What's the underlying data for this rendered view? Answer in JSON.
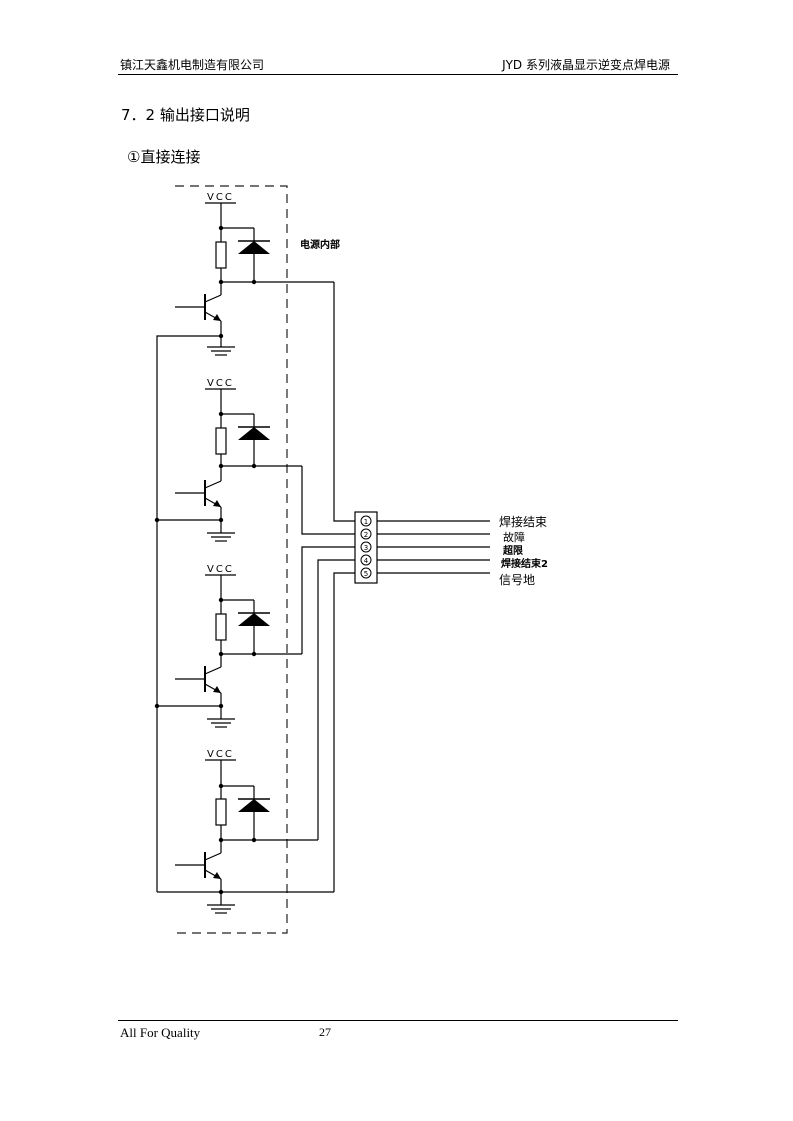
{
  "header": {
    "company": "镇江天鑫机电制造有限公司",
    "product": "JYD 系列液晶显示逆变点焊电源"
  },
  "section": {
    "title": "7．2 输出接口说明",
    "subtitle": "①直接连接"
  },
  "diagram": {
    "vcc_label": "VCC",
    "internal_label": "电源内部",
    "connector_pins": [
      "1",
      "2",
      "3",
      "4",
      "5"
    ],
    "signals": [
      "焊接结束",
      "故障",
      "超限",
      "焊接结束2",
      "信号地"
    ]
  },
  "footer": {
    "motto": "All For Quality",
    "page_number": "27"
  }
}
